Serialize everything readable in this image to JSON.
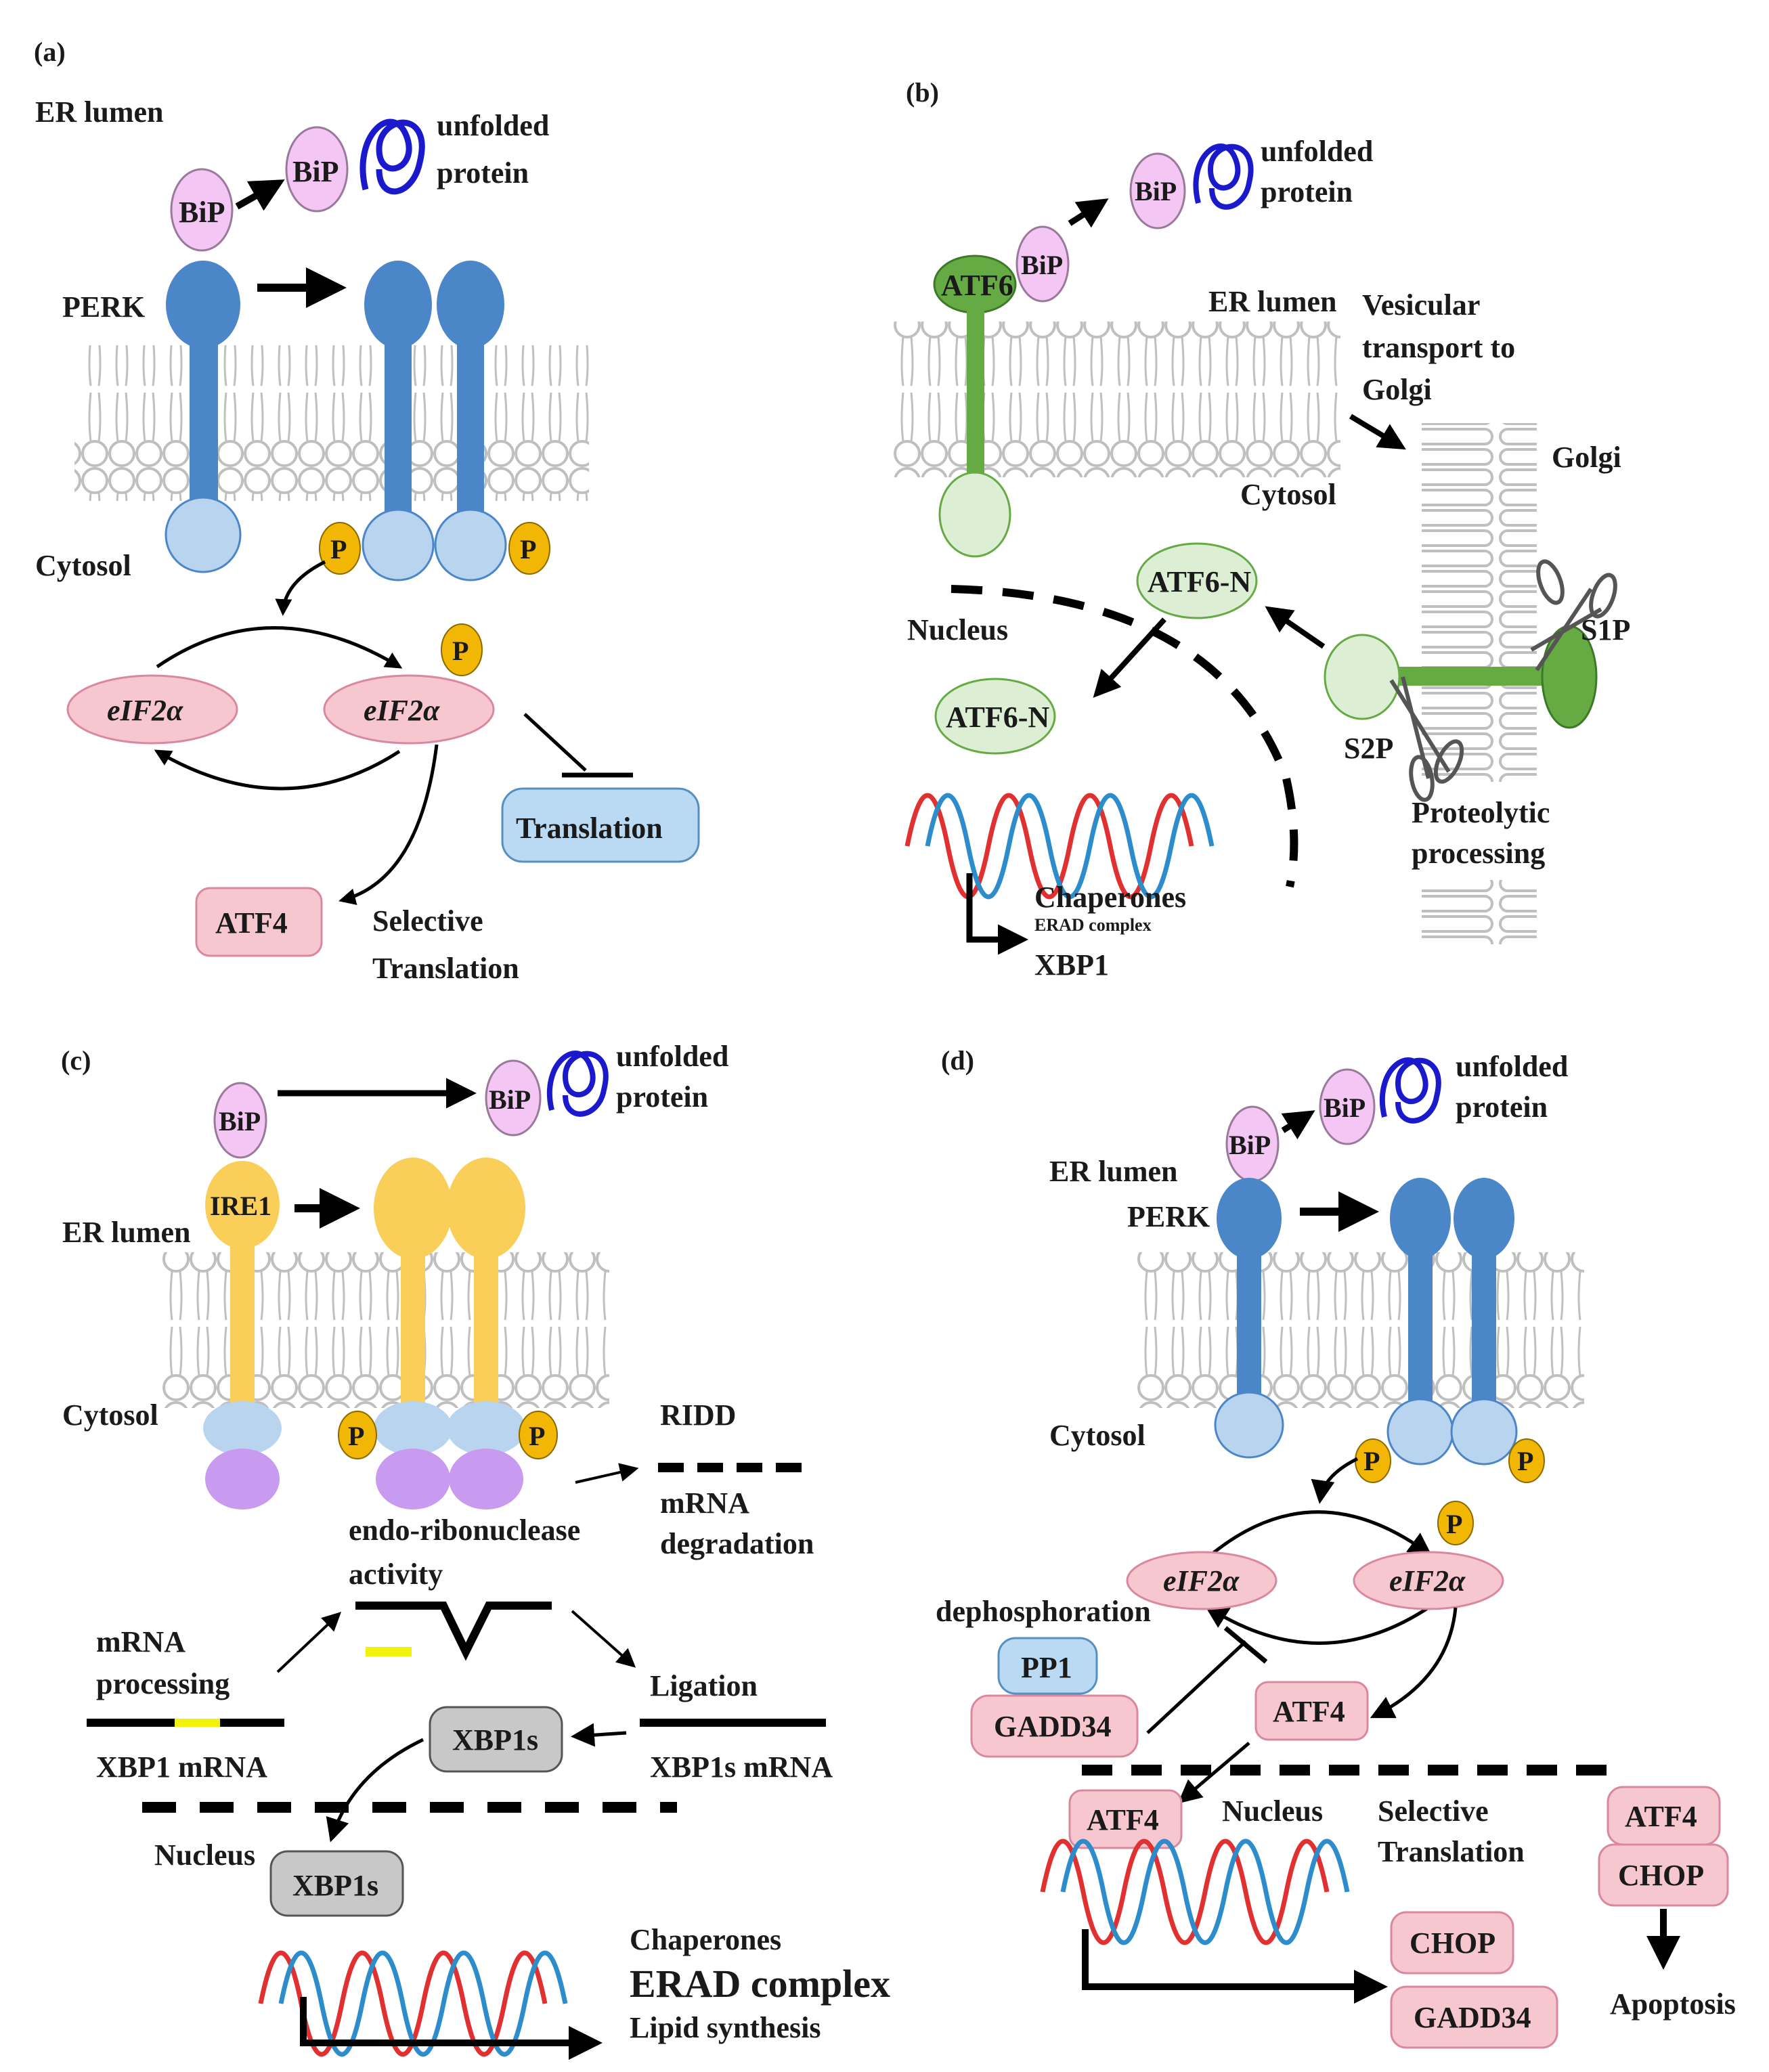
{
  "panels": {
    "a": {
      "label": "(a)",
      "er_lumen": "ER lumen",
      "bip": "BiP",
      "unfolded_line1": "unfolded",
      "unfolded_line2": "protein",
      "perk": "PERK",
      "cytosol": "Cytosol",
      "p": "P",
      "eif2a": "eIF2α",
      "translation": "Translation",
      "atf4": "ATF4",
      "selective_line1": "Selective",
      "selective_line2": "Translation"
    },
    "b": {
      "label": "(b)",
      "atf6": "ATF6",
      "bip": "BiP",
      "unfolded_line1": "unfolded",
      "unfolded_line2": "protein",
      "er_lumen": "ER lumen",
      "vesicular_line1": "Vesicular",
      "vesicular_line2": "transport to",
      "vesicular_line3": "Golgi",
      "golgi": "Golgi",
      "cytosol": "Cytosol",
      "nucleus": "Nucleus",
      "atf6n": "ATF6-N",
      "s1p": "S1P",
      "s2p": "S2P",
      "proteolytic_line1": "Proteolytic",
      "proteolytic_line2": "processing",
      "chaperones": "Chaperones",
      "erad": "ERAD complex",
      "xbp1": "XBP1"
    },
    "c": {
      "label": "(c)",
      "bip": "BiP",
      "unfolded_line1": "unfolded",
      "unfolded_line2": "protein",
      "ire1": "IRE1",
      "er_lumen": "ER lumen",
      "cytosol": "Cytosol",
      "p": "P",
      "ridd": "RIDD",
      "mrna_deg_line1": "mRNA",
      "mrna_deg_line2": "degradation",
      "endo_line1": "endo-ribonuclease",
      "endo_line2": "activity",
      "mrna_proc_line1": "mRNA",
      "mrna_proc_line2": "processing",
      "ligation": "Ligation",
      "xbp1s": "XBP1s",
      "xbp1_mrna": "XBP1 mRNA",
      "xbp1s_mrna": "XBP1s mRNA",
      "nucleus": "Nucleus",
      "chaperones": "Chaperones",
      "erad": "ERAD complex",
      "lipid": "Lipid synthesis"
    },
    "d": {
      "label": "(d)",
      "bip": "BiP",
      "unfolded_line1": "unfolded",
      "unfolded_line2": "protein",
      "er_lumen": "ER lumen",
      "perk": "PERK",
      "cytosol": "Cytosol",
      "p": "P",
      "eif2a": "eIF2α",
      "dephos": "dephosphoration",
      "pp1": "PP1",
      "gadd34": "GADD34",
      "atf4": "ATF4",
      "nucleus": "Nucleus",
      "selective_line1": "Selective",
      "selective_line2": "Translation",
      "chop": "CHOP",
      "apoptosis": "Apoptosis"
    }
  },
  "colors": {
    "bip": "#f4c6f4",
    "perk": "#4a86c8",
    "perk_light": "#b8d4ee",
    "phospho": "#f2b705",
    "eif2a": "#f7c7cf",
    "translation": "#b9daf2",
    "atf6": "#66aa44",
    "atf6_light": "#dcefd4",
    "ire1": "#f9cf5a",
    "ire1_purple": "#c99bf0",
    "xbp1s": "#c8c8c8",
    "dna_red": "#e03030",
    "dna_blue": "#2d8ccc",
    "unfolded": "#1a1acc",
    "membrane": "#bfbfbf"
  }
}
